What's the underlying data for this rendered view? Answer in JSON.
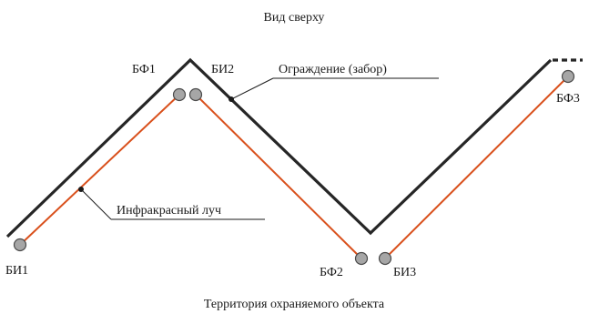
{
  "title_top": "Вид сверху",
  "title_bottom": "Территория охраняемого объекта",
  "labels": {
    "fence": "Ограждение (забор)",
    "beam": "Инфракрасный луч",
    "bi1": "БИ1",
    "bf1": "БФ1",
    "bi2": "БИ2",
    "bf2": "БФ2",
    "bi3": "БИ3",
    "bf3": "БФ3"
  },
  "colors": {
    "fence": "#262626",
    "beam": "#d9501c",
    "sensor_fill": "#a6a6a6",
    "sensor_stroke": "#4a4a4a"
  }
}
